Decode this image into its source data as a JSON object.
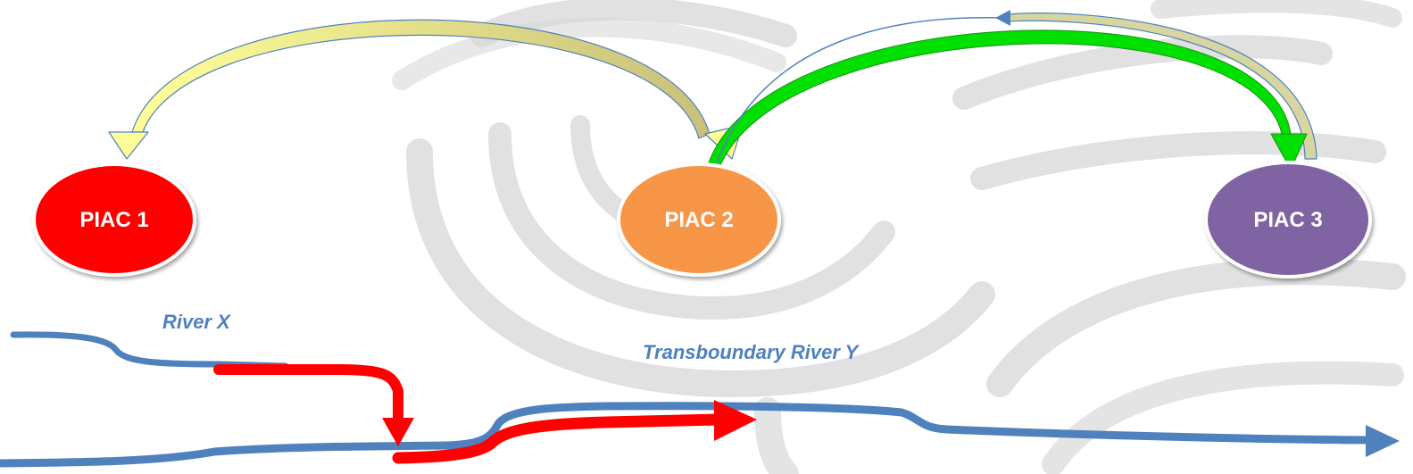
{
  "nodes": [
    {
      "id": "piac-1",
      "label": "PIAC 1",
      "color": "#ff0000"
    },
    {
      "id": "piac-2",
      "label": "PIAC 2",
      "color": "#f79646"
    },
    {
      "id": "piac-3",
      "label": "PIAC 3",
      "color": "#8064a2"
    }
  ],
  "rivers": {
    "river_x": {
      "label": "River X",
      "color": "#4f81bd"
    },
    "river_y": {
      "label": "Transboundary River Y",
      "color": "#4f81bd"
    }
  },
  "connections": [
    {
      "from": "PIAC 2",
      "to": "PIAC 1",
      "color": "#ffff99"
    },
    {
      "from": "PIAC 2",
      "to": "PIAC 3",
      "color": "#00e000"
    },
    {
      "from": "PIAC 3",
      "to": "PIAC 2",
      "color": "#4f81bd"
    }
  ],
  "flow": {
    "river_x_into_river_y_color": "#ff0000"
  },
  "background": {
    "watermark_color": "#d9d9d9"
  }
}
